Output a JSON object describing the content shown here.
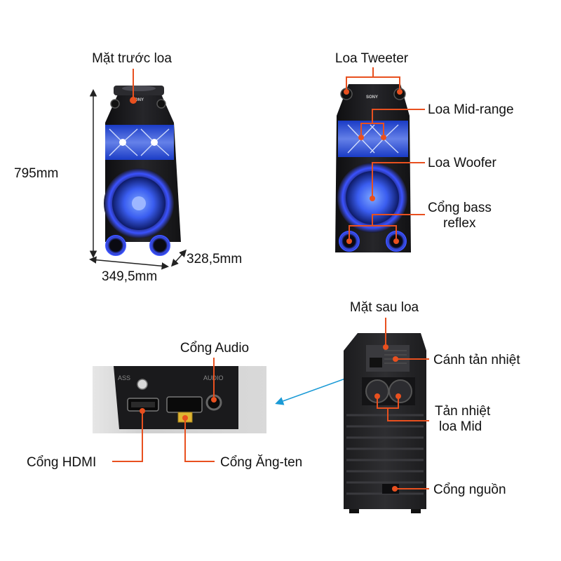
{
  "front": {
    "label": "Mặt trước loa",
    "height": "795mm",
    "width": "349,5mm",
    "depth": "328,5mm",
    "brand": "SONY"
  },
  "drivers": {
    "tweeter": "Loa Tweeter",
    "midrange": "Loa Mid-range",
    "woofer": "Loa Woofer",
    "bass_reflex_line1": "Cổng bass",
    "bass_reflex_line2": "reflex"
  },
  "ports": {
    "audio": "Cổng Audio",
    "hdmi": "Cổng HDMI",
    "antenna": "Cổng Ăng-ten"
  },
  "back": {
    "label": "Mặt sau loa",
    "heatsink": "Cánh tản nhiệt",
    "mid_heatsink_line1": "Tản nhiệt",
    "mid_heatsink_line2": "loa Mid",
    "power": "Cổng nguồn"
  },
  "colors": {
    "callout": "#e8501f",
    "link_arrow": "#1a9ad6",
    "led_blue": "#3a6bff",
    "cabinet": "#1c1c1e"
  }
}
